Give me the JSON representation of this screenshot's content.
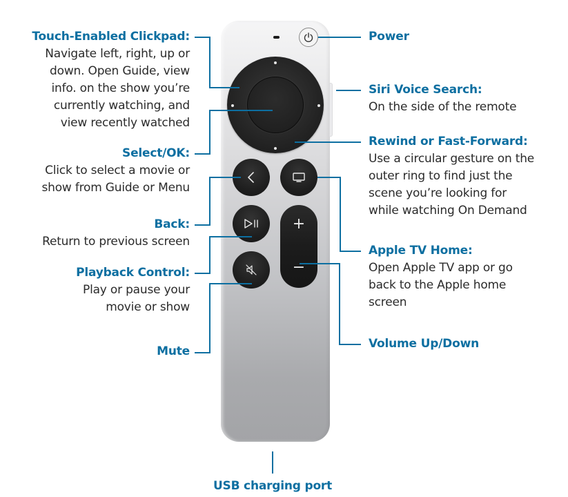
{
  "diagram": {
    "subject": "Apple TV Siri Remote",
    "accent_color": "#0d6fa1",
    "text_color": "#2b2b2b",
    "callouts": {
      "touch_clickpad": {
        "title": "Touch-Enabled Clickpad:",
        "lines": [
          "Navigate left, right, up or",
          "down. Open Guide, view",
          "info. on the show you’re",
          "currently watching, and",
          "view recently watched"
        ]
      },
      "select_ok": {
        "title": "Select/OK:",
        "lines": [
          "Click to select a movie or",
          "show from Guide or Menu"
        ]
      },
      "back": {
        "title": "Back:",
        "lines": [
          "Return to previous screen"
        ]
      },
      "playback": {
        "title": "Playback Control:",
        "lines": [
          "Play or pause your",
          "movie or show"
        ]
      },
      "mute": {
        "title": "Mute",
        "lines": []
      },
      "power": {
        "title": "Power",
        "lines": []
      },
      "siri": {
        "title": "Siri Voice Search:",
        "lines": [
          "On the side of the remote"
        ]
      },
      "rewind_ff": {
        "title": "Rewind or Fast-Forward:",
        "lines": [
          "Use a circular gesture on the",
          "outer ring to find just the",
          "scene you’re looking for",
          "while watching On Demand"
        ]
      },
      "apple_tv_home": {
        "title": "Apple TV Home:",
        "lines": [
          "Open Apple TV app or go",
          "back to the Apple home",
          "screen"
        ]
      },
      "volume": {
        "title": "Volume Up/Down",
        "lines": []
      },
      "usb": {
        "title": "USB charging port",
        "lines": []
      }
    },
    "remote": {
      "buttons": {
        "power_icon": "power-icon",
        "back_icon": "chevron-left-icon",
        "tv_icon": "tv-icon",
        "play_pause_icon": "play-pause-icon",
        "mute_icon": "mute-icon",
        "volume_up_glyph": "+",
        "volume_down_glyph": "−"
      }
    }
  }
}
